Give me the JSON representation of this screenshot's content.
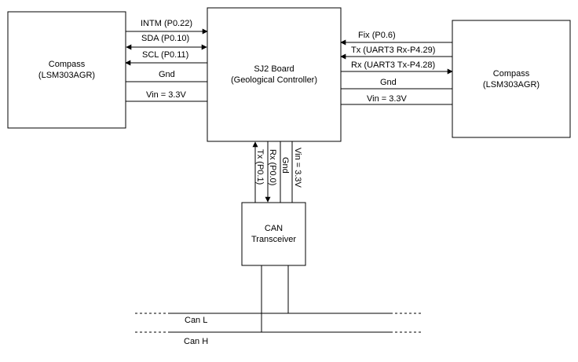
{
  "blocks": {
    "left_compass": {
      "line1": "Compass",
      "line2": "(LSM303AGR)"
    },
    "sj2_board": {
      "line1": "SJ2 Board",
      "line2": "(Geological Controller)"
    },
    "right_compass": {
      "line1": "Compass",
      "line2": "(LSM303AGR)"
    },
    "can_transceiver": {
      "line1": "CAN",
      "line2": "Transceiver"
    }
  },
  "left_links": {
    "intm": "INTM (P0.22)",
    "sda": "SDA (P0.10)",
    "scl": "SCL (P0.11)",
    "gnd": "Gnd",
    "vin": "Vin = 3.3V"
  },
  "right_links": {
    "fix": "Fix  (P0.6)",
    "tx": "Tx (UART3 Rx-P4.29)",
    "rx": "Rx (UART3 Tx-P4.28)",
    "gnd": "Gnd",
    "vin": "Vin = 3.3V"
  },
  "bottom_links": {
    "tx": "Tx (P0.1)",
    "rx": "Rx (P0.0)",
    "gnd": "Gnd",
    "vin": "Vin = 3.3V"
  },
  "bus": {
    "can_l": "Can L",
    "can_h": "Can H"
  }
}
